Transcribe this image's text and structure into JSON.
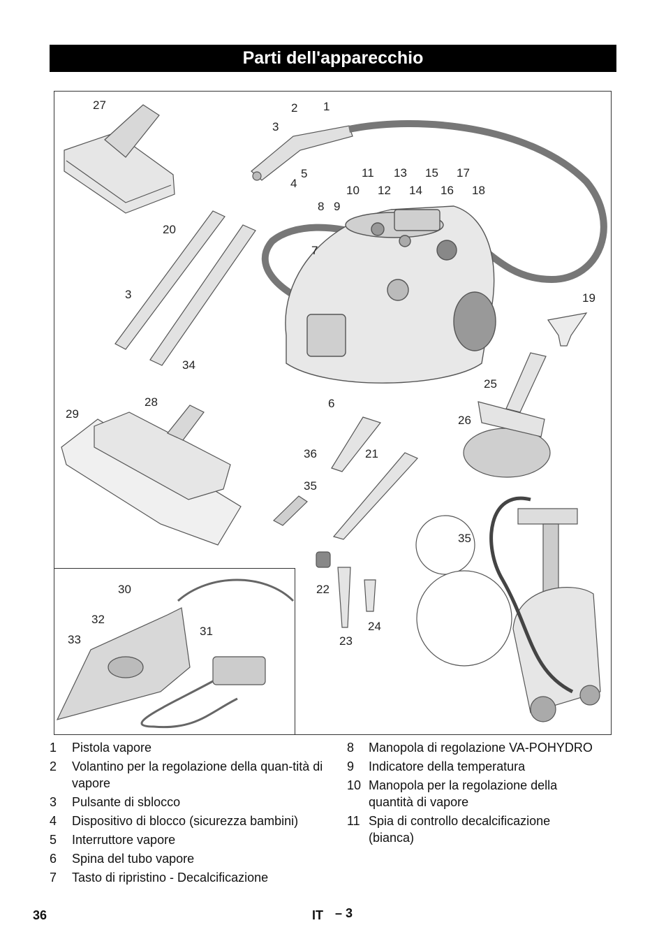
{
  "header": {
    "title": "Parti dell'apparecchio"
  },
  "figure": {
    "callouts": {
      "c1": "1",
      "c2": "2",
      "c3a": "3",
      "c3b": "3",
      "c4": "4",
      "c5": "5",
      "c6": "6",
      "c7": "7",
      "c8": "8",
      "c9": "9",
      "c10": "10",
      "c11": "11",
      "c12": "12",
      "c13": "13",
      "c14": "14",
      "c15": "15",
      "c16": "16",
      "c17": "17",
      "c18": "18",
      "c19": "19",
      "c20": "20",
      "c21": "21",
      "c22": "22",
      "c23": "23",
      "c24": "24",
      "c25": "25",
      "c26": "26",
      "c27": "27",
      "c28": "28",
      "c29": "29",
      "c30": "30",
      "c31": "31",
      "c32": "32",
      "c33": "33",
      "c34": "34",
      "c35a": "35",
      "c35b": "35",
      "c36": "36"
    }
  },
  "legend": {
    "left": [
      {
        "num": "1",
        "text": "Pistola vapore"
      },
      {
        "num": "2",
        "text": "Volantino per la regolazione della quan-tità di vapore"
      },
      {
        "num": "3",
        "text": "Pulsante di sblocco"
      },
      {
        "num": "4",
        "text": "Dispositivo di blocco (sicurezza bambini)"
      },
      {
        "num": "5",
        "text": "Interruttore vapore"
      },
      {
        "num": "6",
        "text": "Spina del tubo vapore"
      },
      {
        "num": "7",
        "text": "Tasto di ripristino - Decalcificazione"
      }
    ],
    "right": [
      {
        "num": "8",
        "text": "Manopola di regolazione VA-POHYDRO"
      },
      {
        "num": "9",
        "text": "Indicatore della temperatura"
      },
      {
        "num": "10",
        "text": "Manopola per la regolazione della quantità di vapore"
      },
      {
        "num": "11",
        "text": "Spia di controllo decalcificazione (bianca)"
      }
    ]
  },
  "footer": {
    "page": "36",
    "lang": "IT",
    "sub": "– 3"
  }
}
